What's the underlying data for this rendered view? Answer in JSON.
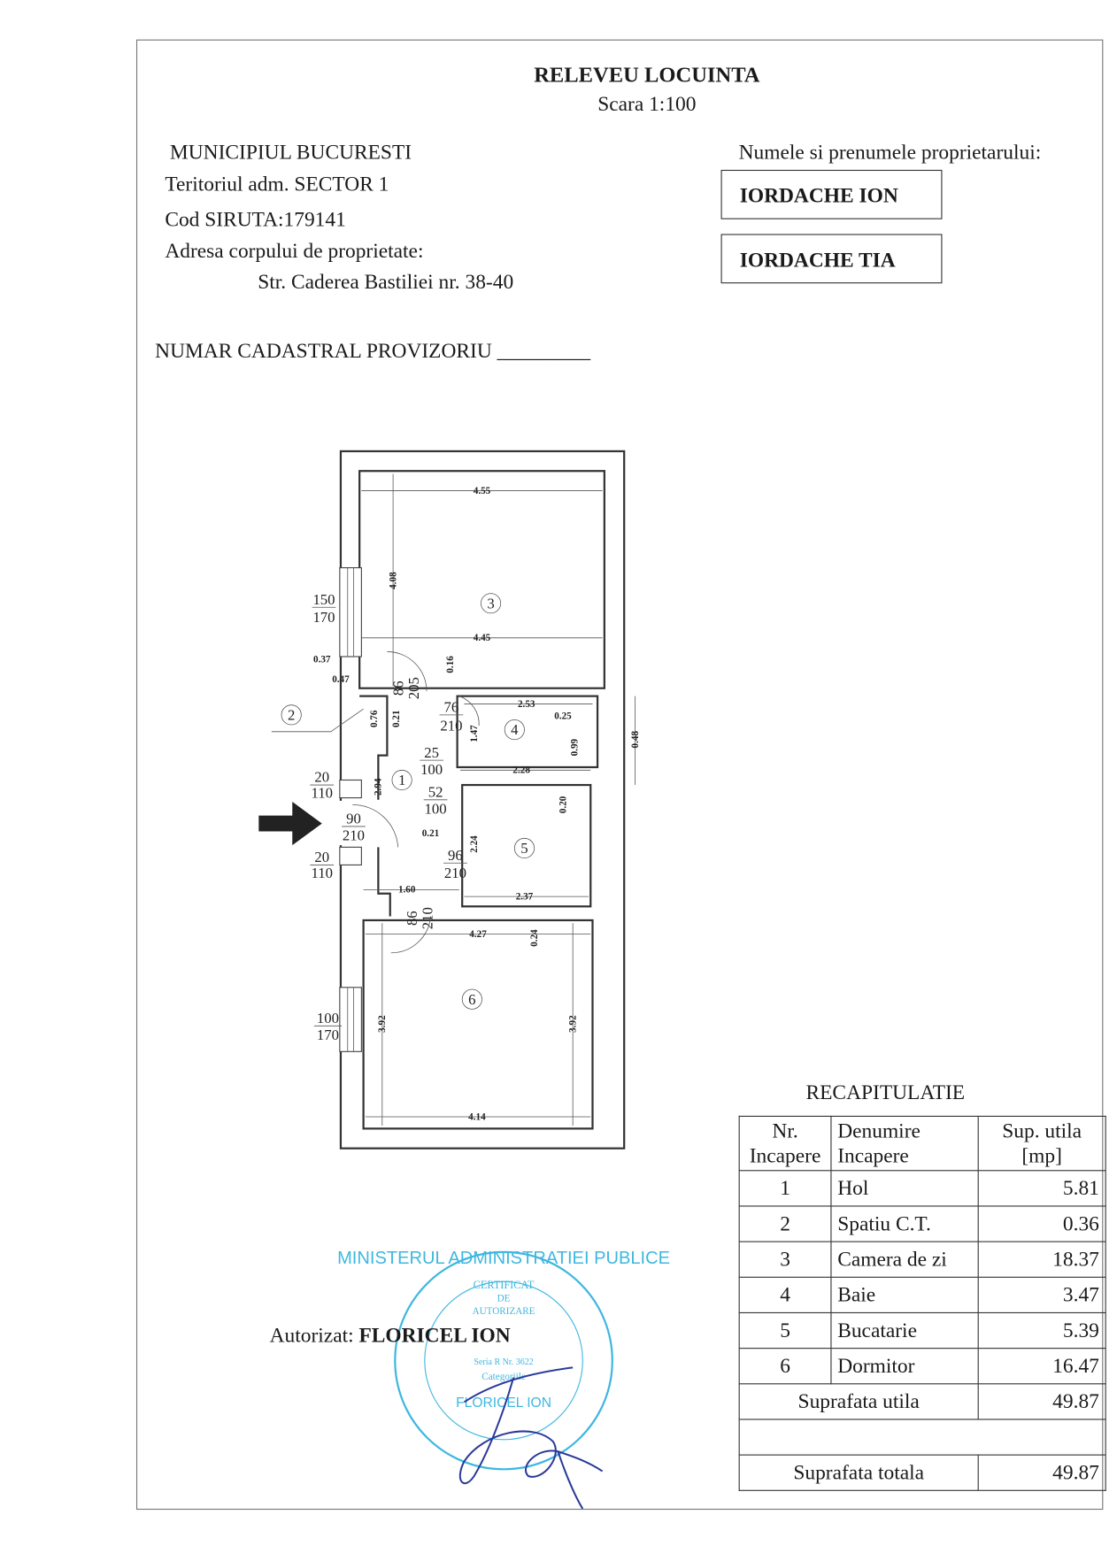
{
  "header": {
    "title": "RELEVEU LOCUINTA",
    "scale": "Scara 1:100"
  },
  "location": {
    "municipality": "MUNICIPIUL BUCURESTI",
    "territory": "Teritoriul adm. SECTOR 1",
    "siruta": "Cod SIRUTA:179141",
    "address_label": "Adresa corpului de proprietate:",
    "address": "Str. Caderea Bastiliei nr. 38-40"
  },
  "owners": {
    "label": "Numele si prenumele proprietarului:",
    "names": [
      "IORDACHE ION",
      "IORDACHE TIA"
    ]
  },
  "cadastral": {
    "label": "NUMAR CADASTRAL PROVIZORIU",
    "value": "_________"
  },
  "plan": {
    "rooms": [
      "1",
      "2",
      "3",
      "4",
      "5",
      "6"
    ],
    "dims": [
      "4.55",
      "4.08",
      "4.45",
      "0.37",
      "0.47",
      "0.16",
      "0.76",
      "0.21",
      "2.53",
      "0.25",
      "1.47",
      "0.99",
      "2.28",
      "2.94",
      "0.20",
      "0.21",
      "2.24",
      "1.60",
      "2.37",
      "4.27",
      "0.24",
      "3.92",
      "3.92",
      "4.14",
      "0.48"
    ],
    "openings": [
      [
        "150",
        "170"
      ],
      [
        "86",
        "205"
      ],
      [
        "76",
        "210"
      ],
      [
        "25",
        "100"
      ],
      [
        "52",
        "100"
      ],
      [
        "20",
        "110"
      ],
      [
        "90",
        "210"
      ],
      [
        "20",
        "110"
      ],
      [
        "96",
        "210"
      ],
      [
        "86",
        "210"
      ],
      [
        "100",
        "170"
      ]
    ]
  },
  "recap": {
    "title": "RECAPITULATIE",
    "headers": [
      "Nr. Incapere",
      "Denumire Incapere",
      "Sup. utila [mp]"
    ],
    "rows": [
      {
        "nr": "1",
        "name": "Hol",
        "area": "5.81"
      },
      {
        "nr": "2",
        "name": "Spatiu C.T.",
        "area": "0.36"
      },
      {
        "nr": "3",
        "name": "Camera de zi",
        "area": "18.37"
      },
      {
        "nr": "4",
        "name": "Baie",
        "area": "3.47"
      },
      {
        "nr": "5",
        "name": "Bucatarie",
        "area": "5.39"
      },
      {
        "nr": "6",
        "name": "Dormitor",
        "area": "16.47"
      }
    ],
    "useful_label": "Suprafata utila",
    "useful_value": "49.87",
    "total_label": "Suprafata totala",
    "total_value": "49.87"
  },
  "authorized": {
    "label": "Autorizat:",
    "name": "FLORICEL ION"
  },
  "stamp": {
    "ring": "MINISTERUL ADMINISTRATIEI PUBLICE",
    "lines": [
      "CERTIFICAT",
      "DE",
      "AUTORIZARE",
      "Seria R Nr. 3622",
      "Categoriile",
      "FLORICEL ION"
    ],
    "color": "#3fb7e0"
  },
  "colors": {
    "ink": "#1a1a1a",
    "signature": "#2a3a9a"
  }
}
